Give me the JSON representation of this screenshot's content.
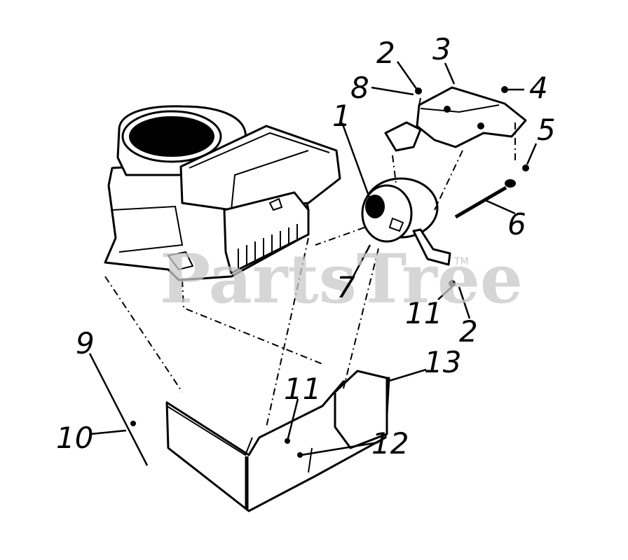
{
  "watermark": {
    "brand": "PartsTree",
    "trademark": "TM"
  },
  "callouts": [
    "1",
    "2",
    "3",
    "4",
    "5",
    "6",
    "7",
    "8",
    "9",
    "10",
    "11",
    "12",
    "13",
    "2",
    "11"
  ]
}
